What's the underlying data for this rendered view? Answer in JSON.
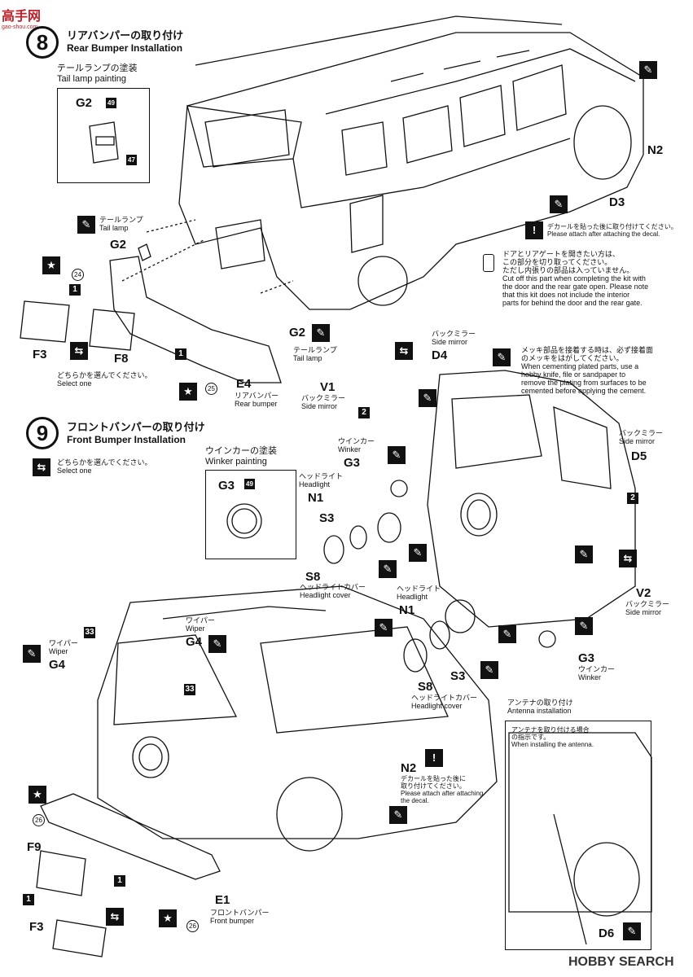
{
  "logo": {
    "text": "高手网",
    "sub": "gao-shou.com"
  },
  "step8": {
    "number": "8",
    "jp": "リアバンパーの取り付け",
    "en": "Rear Bumper Installation"
  },
  "tail_painting": {
    "jp": "テールランプの塗装",
    "en": "Tail lamp painting",
    "part": "G2",
    "c1": "49",
    "c2": "47"
  },
  "tail_lamp_label": {
    "jp": "テールランプ",
    "en": "Tail lamp",
    "part": "G2"
  },
  "rear": {
    "p24": "24",
    "p25": "25",
    "one": "1",
    "F3": "F3",
    "F8": "F8",
    "select_jp": "どちらかを選んでください。",
    "select_en": "Select one",
    "E4": "E4",
    "E4_jp": "リアバンパー",
    "E4_en": "Rear bumper",
    "G2": "G2",
    "G2_jp": "テールランプ",
    "G2_en": "Tail lamp"
  },
  "n2_top": "N2",
  "d3": {
    "part": "D3",
    "note_jp": "デカールを貼った後に取り付けてください。",
    "note_en": "Please attach after attaching the decal."
  },
  "door_note": {
    "jp1": "ドアとリアゲートを開きたい方は、",
    "jp2": "この部分を切り取ってください。",
    "jp3": "ただし内張りの部品は入っていません。",
    "en1": "Cut off this part when completing the kit with",
    "en2": "the door and the rear gate open. Please note",
    "en3": "that this kit does not include the interior",
    "en4": "parts for behind the door and the rear gate."
  },
  "plated_note": {
    "jp1": "メッキ部品を接着する時は、必ず接着面",
    "jp2": "のメッキをはがしてください。",
    "en1": "When cementing plated parts, use a",
    "en2": "hobby knife, file or sandpaper to",
    "en3": "remove the plating from surfaces to be",
    "en4": "cemented before applying the cement."
  },
  "mirror_top": {
    "jp": "バックミラー",
    "en": "Side mirror",
    "part": "D4"
  },
  "v1": {
    "part": "V1",
    "jp": "バックミラー",
    "en": "Side mirror",
    "two": "2"
  },
  "step9": {
    "number": "9",
    "jp": "フロントバンパーの取り付け",
    "en": "Front Bumper Installation"
  },
  "select9": {
    "jp": "どちらかを選んでください。",
    "en": "Select one"
  },
  "winker_painting": {
    "jp": "ウインカーの塗装",
    "en": "Winker painting",
    "part": "G3",
    "c1": "49"
  },
  "front_parts": {
    "winker_jp": "ウインカー",
    "winker_en": "Winker",
    "G3": "G3",
    "head_jp": "ヘッドライト",
    "head_en": "Headlight",
    "N1": "N1",
    "S3": "S3",
    "S8": "S8",
    "cover_jp": "ヘッドライトカバー",
    "cover_en": "Headlight cover"
  },
  "d5": {
    "jp": "バックミラー",
    "en": "Side mirror",
    "part": "D5",
    "two": "2"
  },
  "v2": {
    "part": "V2",
    "jp": "バックミラー",
    "en": "Side mirror"
  },
  "lower_parts": {
    "head_jp": "ヘッドライト",
    "head_en": "Headlight",
    "N1": "N1",
    "S3": "S3",
    "S8": "S8",
    "cover_jp": "ヘッドライトカバー",
    "cover_en": "Headlight cover",
    "G3": "G3",
    "winker_jp": "ウインカー",
    "winker_en": "Winker"
  },
  "wipers": {
    "jp": "ワイパー",
    "en": "Wiper",
    "part": "G4",
    "c33": "33"
  },
  "n2_bottom": {
    "part": "N2",
    "jp1": "デカールを貼った後に",
    "jp2": "取り付けてください。",
    "en1": "Please attach after attaching",
    "en2": "the decal."
  },
  "front": {
    "p26a": "26",
    "p26b": "26",
    "one": "1",
    "F9": "F9",
    "F3": "F3",
    "E1": "E1",
    "E1_jp": "フロントバンパー",
    "E1_en": "Front bumper"
  },
  "antenna": {
    "title_jp": "アンテナの取り付け",
    "title_en": "Antenna installation",
    "jp": "アンテナを取り付ける場合",
    "jp2": "の指示です。",
    "en": "When installing the antenna.",
    "part": "D6"
  },
  "watermark": "HOBBY SEARCH"
}
